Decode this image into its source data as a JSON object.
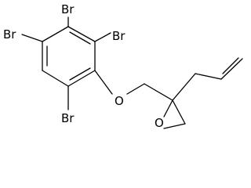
{
  "molecule": {
    "atoms": {
      "br_top": "Br",
      "br_left": "Br",
      "br_right": "Br",
      "br_bottom": "Br",
      "o_ether": "O",
      "o_epoxide": "O"
    },
    "colors": {
      "bond": "#000000",
      "label": "#000000",
      "background": "#ffffff"
    }
  }
}
